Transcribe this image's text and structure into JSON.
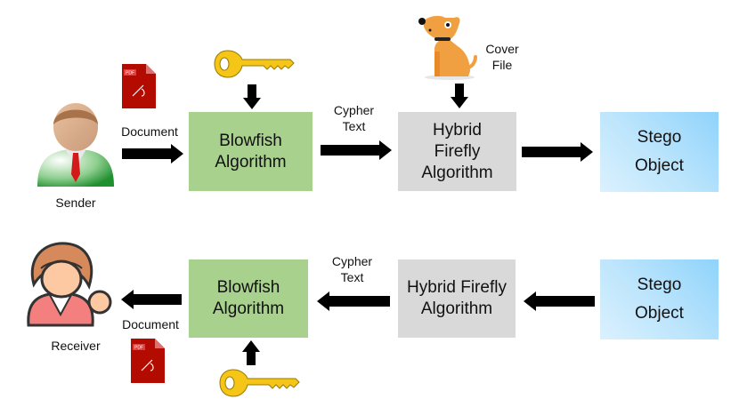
{
  "encryption_row": {
    "sender_label": "Sender",
    "document_label": "Document",
    "blowfish": [
      "Blowfish",
      "Algorithm"
    ],
    "cypher_label": [
      "Cypher",
      "Text"
    ],
    "cover_file_label": [
      "Cover",
      "File"
    ],
    "hybrid_firefly": [
      "Hybrid",
      "Firefly",
      "Algorithm"
    ],
    "stego": [
      "Stego",
      "Object"
    ]
  },
  "decryption_row": {
    "receiver_label": "Receiver",
    "document_label": "Document",
    "blowfish": [
      "Blowfish",
      "Algorithm"
    ],
    "cypher_label": [
      "Cypher",
      "Text"
    ],
    "hybrid_firefly": [
      "Hybrid Firefly",
      "Algorithm"
    ],
    "stego": [
      "Stego",
      "Object"
    ]
  },
  "icons": {
    "pdf_badge": "PDF"
  },
  "colors": {
    "blowfish_box": "#a9d18e",
    "hybrid_box": "#d9d9d9",
    "stego_box": "#bde5fc",
    "arrow": "#000000",
    "key": "#f5c518",
    "dog": "#f0a040",
    "pdf": "#b30b00"
  }
}
